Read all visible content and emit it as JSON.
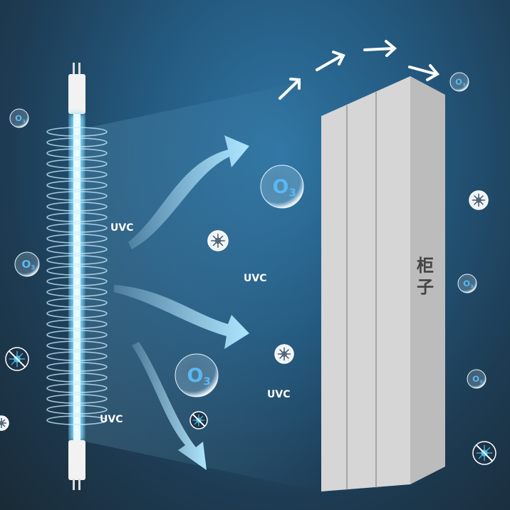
{
  "labels": {
    "uvc_1": "UVC",
    "uvc_2": "UVC",
    "uvc_3": "UVC",
    "uvc_4": "UVC"
  },
  "cabinet_label": "柜子",
  "ozone_symbol": "O",
  "ozone_subscript": "3",
  "colors": {
    "uv_light": "#7fd8ff",
    "background": "#245a80",
    "cabinet": "#d6d6d6"
  }
}
